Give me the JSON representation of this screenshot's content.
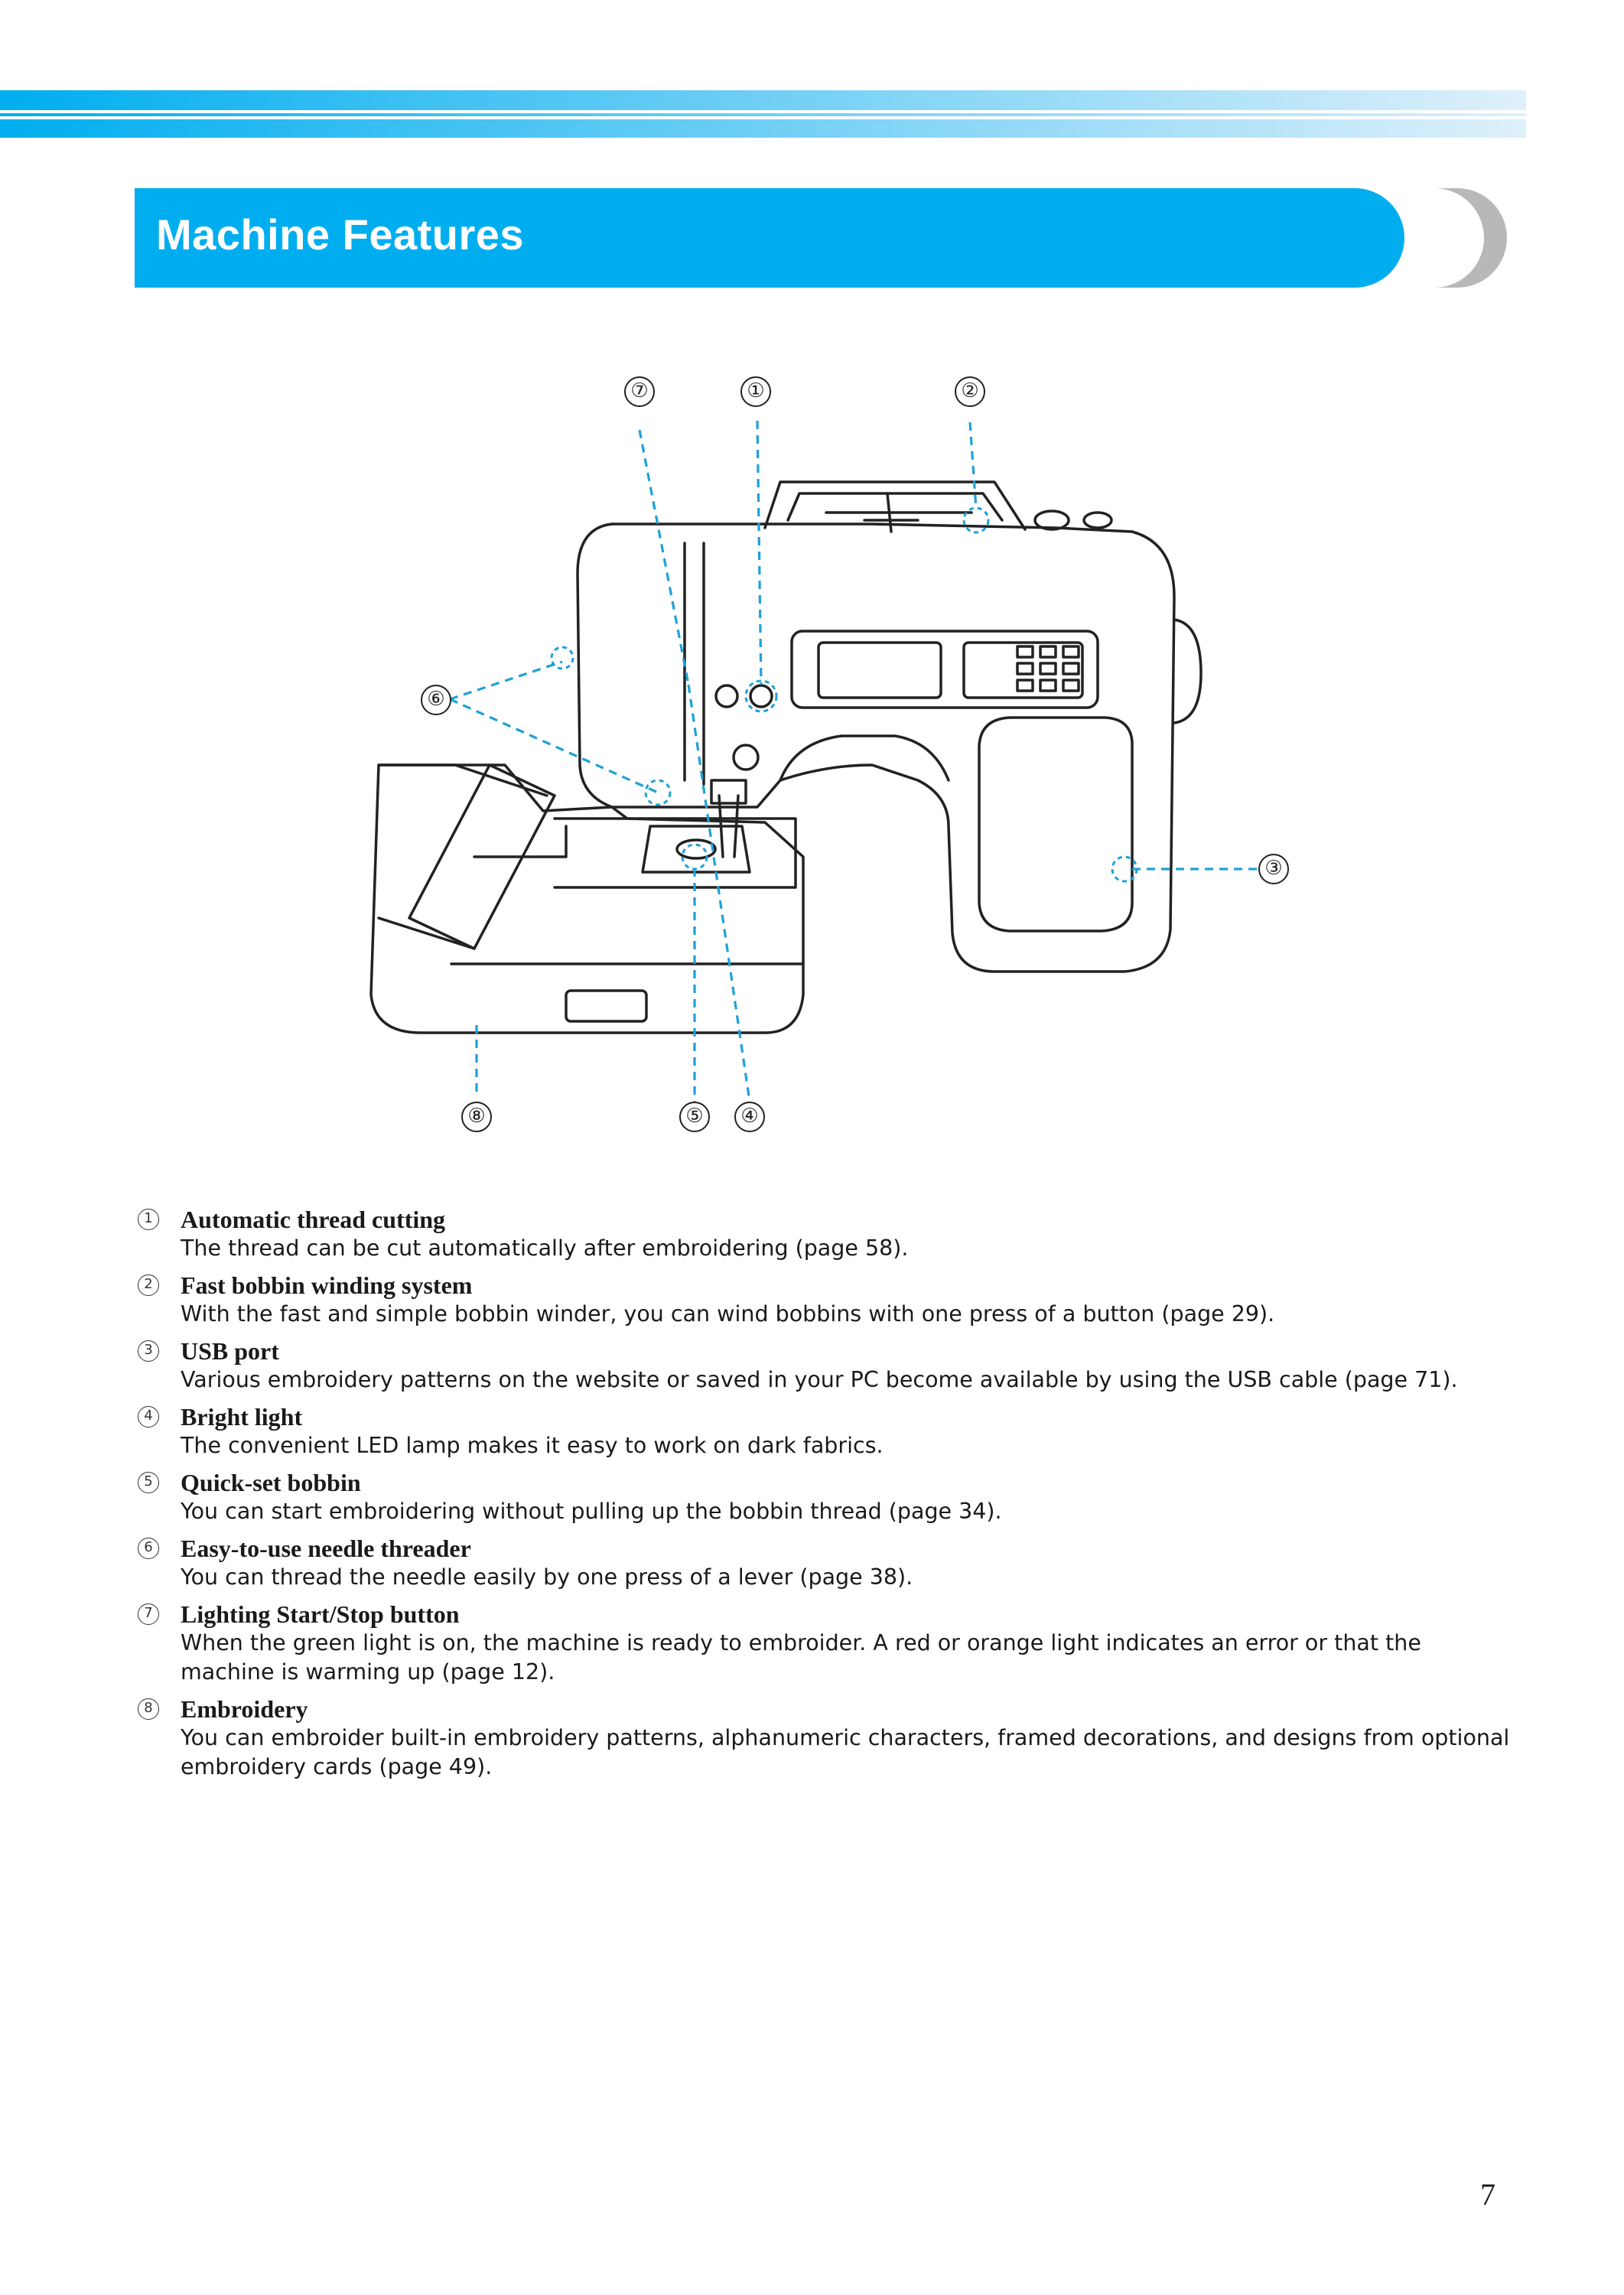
{
  "header": {
    "title": "Machine Features"
  },
  "colors": {
    "accent": "#00aeef",
    "accent_light": "#cbe9fb",
    "chevron_gray": "#b8b8b8",
    "callout_line": "#1da1d8"
  },
  "figure": {
    "callouts": [
      "⑦",
      "①",
      "②",
      "⑥",
      "③",
      "⑧",
      "⑤",
      "④"
    ]
  },
  "features": [
    {
      "num": "1",
      "title": "Automatic thread cutting",
      "desc": "The thread can be cut automatically after embroidering (page 58)."
    },
    {
      "num": "2",
      "title": "Fast bobbin winding system",
      "desc": "With the fast and simple bobbin winder, you can wind bobbins with one press of a button (page 29)."
    },
    {
      "num": "3",
      "title": "USB port",
      "desc": "Various embroidery patterns on the website or saved in your PC become available by using the USB cable (page 71)."
    },
    {
      "num": "4",
      "title": "Bright light",
      "desc": "The convenient LED lamp makes it easy to work on dark fabrics."
    },
    {
      "num": "5",
      "title": "Quick-set bobbin",
      "desc": "You can start embroidering without pulling up the bobbin thread (page 34)."
    },
    {
      "num": "6",
      "title": "Easy-to-use needle threader",
      "desc": "You can thread the needle easily by one press of a lever (page 38)."
    },
    {
      "num": "7",
      "title": "Lighting Start/Stop button",
      "desc": "When the green light is on, the machine is ready to embroider. A red or orange light indicates an error or that the machine is warming up (page 12)."
    },
    {
      "num": "8",
      "title": "Embroidery",
      "desc": "You can embroider built-in embroidery patterns, alphanumeric characters, framed decorations, and designs from optional embroidery cards (page 49)."
    }
  ],
  "page_number": "7"
}
